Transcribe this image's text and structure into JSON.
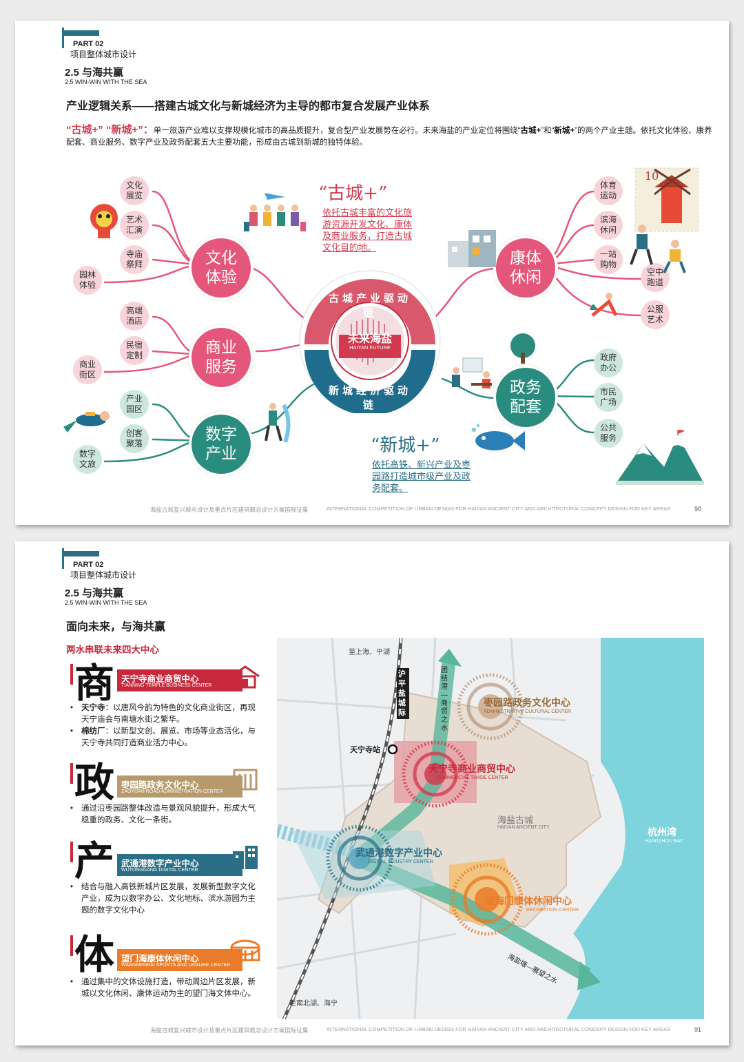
{
  "page1": {
    "part": "PART 02",
    "project": "项目整体城市设计",
    "section": "2.5 与海共赢",
    "section_en": "2.5   WIN-WIN WITH THE SEA",
    "title": "产业逻辑关系——搭建古城文化与新城经济为主导的都市复合发展产业体系",
    "intro_lead": "“古城+” “新城+”：",
    "intro_a": "单一旅游产业难以支撑规模化城市的高品质提升，复合型产业发展势在必行。未来海盐的产业定位将围绕“",
    "intro_b1": "古城+",
    "intro_c": "”和“",
    "intro_b2": "新城+",
    "intro_d": "”的两个产业主题。依托文化体验、康养配套、商业服务、数字产业及政务配套五大主要功能，形成由古城到新城的独特体验。",
    "guchen_quote": "“古城+”",
    "guchen_text": "依托古城丰富的文化旅游资源开发文化、康体及商业服务，打造古城文化目的地。",
    "xincheng_quote": "“新城+”",
    "xincheng_text": "依托高铁、新兴产业及枣园路打造城市级产业及政务配套。",
    "hub_top": "古城产业驱动链",
    "hub_bottom": "新城经济驱动链",
    "hub_center": "未来海盐",
    "hub_center_en": "HAIYAN FUTURE",
    "nodes": {
      "culture": {
        "label": "文化体验",
        "items": [
          "文化展览",
          "艺术汇演",
          "寺庙祭拜",
          "园林体验"
        ]
      },
      "commerce": {
        "label": "商业服务",
        "items": [
          "高端酒店",
          "民宿定制",
          "商业街区"
        ]
      },
      "digital": {
        "label": "数字产业",
        "items": [
          "产业园区",
          "创客聚落",
          "数字文旅"
        ]
      },
      "health": {
        "label": "康体休闲",
        "items": [
          "体育运动",
          "滨海休闲",
          "一站购物",
          "空中跑道",
          "公服艺术"
        ]
      },
      "gov": {
        "label": "政务配套",
        "items": [
          "政府办公",
          "市民广场",
          "公共服务"
        ]
      }
    },
    "stamp_value": "10",
    "footer_zh": "海盐古城复兴城市设计及重点片区建筑概念设计方案国际征集",
    "footer_en": "INTERNATIONAL COMPETITION OF URBAN DESIGN FOR HAIYAN ANCIENT CITY AND ARCHITECTURAL CONCEPT DESIGN FOR KEY AREAS",
    "page_number": "90"
  },
  "page2": {
    "part": "PART 02",
    "project": "项目整体城市设计",
    "section": "2.5 与海共赢",
    "section_en": "2.5   WIN-WIN WITH THE SEA",
    "title": "面向未来，与海共赢",
    "subtitle": "两水串联未来四大中心",
    "centers": [
      {
        "char": "商",
        "name": "天宁寺商业商贸中心",
        "en": "TIANNING TEMPLE BUSINESS CENTER",
        "color": "#c8283c",
        "bullets": [
          "天宁寺：以唐风今韵为特色的文化商业街区，再现天宁庙会与南塘水街之繁华。",
          "棉纺厂：以新型文创、展览、市场等业态活化，与天宁寺共同打造商业活力中心。"
        ],
        "bold": [
          "天宁寺",
          "棉纺厂"
        ]
      },
      {
        "char": "政",
        "name": "枣园路政务文化中心",
        "en": "ZAOYUAN ROAD ADMINISTRATION CENTER",
        "color": "#b79a6c",
        "bullets": [
          "通过沿枣园路整体改造与景观风貌提升，形成大气稳重的政务、文化一条街。"
        ],
        "bold": []
      },
      {
        "char": "产",
        "name": "武通港数字产业中心",
        "en": "WUTONGGANG DIGITAL CENTER",
        "color": "#2a6f86",
        "bullets": [
          "结合与融入高铁新城片区发展，发展新型数字文化产业，成为以数字办公、文化地标、滨水游园为主题的数字文化中心"
        ],
        "bold": []
      },
      {
        "char": "体",
        "name": "望门海康体休闲中心",
        "en": "WANGMENHAI SPORTS AND LEISURE CENTER",
        "color": "#ea7b29",
        "bullets": [
          "通过集中的文体设施打造，带动周边片区发展，新城以文化休闲、康体运动为主的望门海文体中心。"
        ],
        "bold": []
      }
    ],
    "map": {
      "to_shanghai": "至上海、平湖",
      "to_south": "至南北湖、海宁",
      "station": "天宁寺站",
      "railway": "沪平盐城际",
      "canal_north": "团结港—商贸之水",
      "canal_south": "海盐塘—展望之水",
      "zaoyuan": "枣园路政务文化中心",
      "zaoyuan_en": "ADMINISTRATIVE CULTURAL CENTER",
      "tianning": "天宁寺商业商贸中心",
      "tianning_en": "COMMERCIAL TRADE CENTER",
      "ancient": "海盐古城",
      "ancient_en": "HAIYAN ANCIENT CITY",
      "bay": "杭州湾",
      "bay_en": "HANGZHOU BAY",
      "wutong": "武通港数字产业中心",
      "wutong_en": "DIGITAL INDUSTRY CENTER",
      "wangmen": "望海门康体休闲中心",
      "wangmen_en": "RECREATION CENTER"
    },
    "footer_zh": "海盐古城复兴城市设计及重点片区建筑概念设计方案国际征集",
    "footer_en": "INTERNATIONAL COMPETITION OF URBAN DESIGN FOR HAIYAN ANCIENT CITY AND ARCHITECTURAL CONCEPT DESIGN FOR KEY AREAS",
    "page_number": "91"
  },
  "colors": {
    "pink": "#e4567a",
    "teal": "#2a8c7f",
    "red": "#c8283c",
    "blue": "#2a6f86",
    "orange": "#ea7b29",
    "gold": "#b79a6c"
  }
}
